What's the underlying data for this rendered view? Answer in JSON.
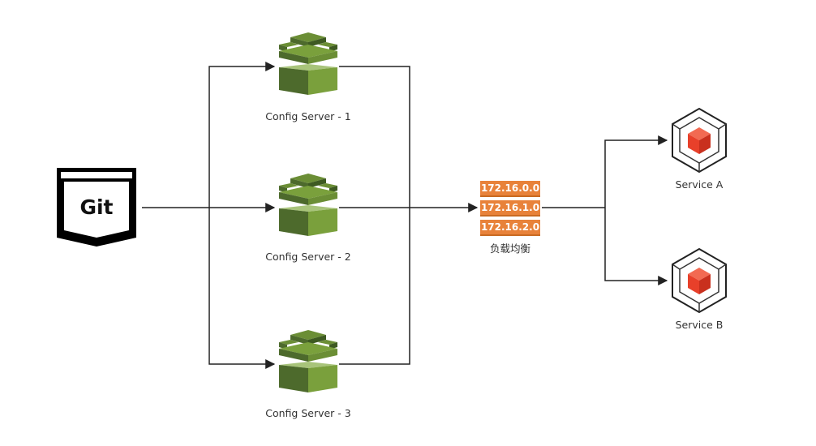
{
  "git": {
    "label": "Git"
  },
  "config_servers": [
    {
      "label": "Config Server - 1"
    },
    {
      "label": "Config Server - 2"
    },
    {
      "label": "Config Server - 3"
    }
  ],
  "load_balancer": {
    "addresses": [
      "172.16.0.0",
      "172.16.1.0",
      "172.16.2.0"
    ],
    "label": "负载均衡"
  },
  "services": [
    {
      "label": "Service A"
    },
    {
      "label": "Service B"
    }
  ],
  "colors": {
    "server_dark": "#4d6a2c",
    "server_mid": "#6b8e35",
    "server_light": "#7aa03c",
    "server_top": "#a8c47a",
    "lb_orange": "#e8823a",
    "lb_dark": "#c96a22",
    "service_red": "#e8402a",
    "line": "#222222"
  },
  "icons": {
    "git": "git-badge-icon",
    "config_server": "aws-server-stack-icon",
    "load_balancer": "ip-address-stack-icon",
    "service": "hexagon-cube-icon"
  }
}
